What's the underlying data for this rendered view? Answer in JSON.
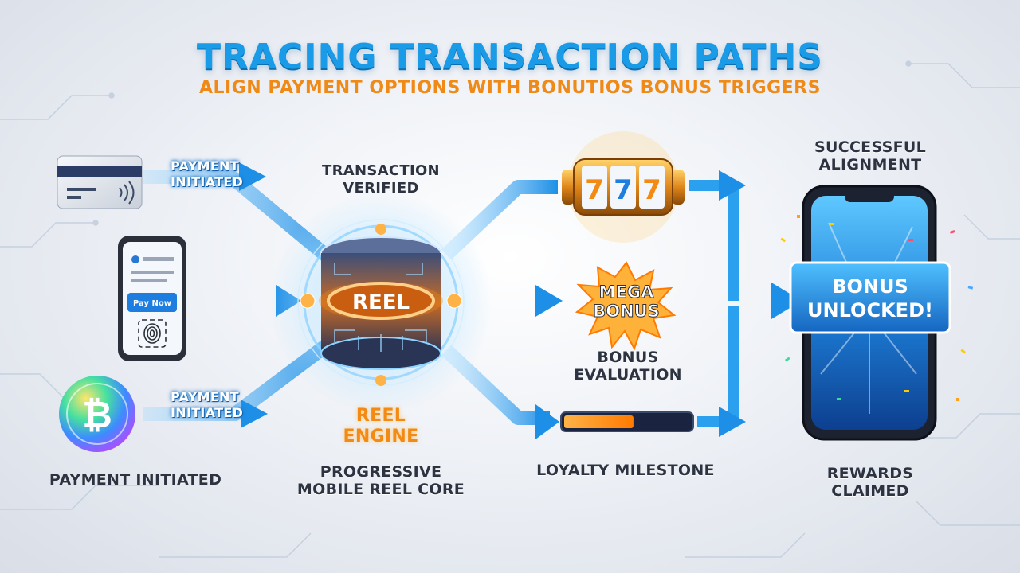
{
  "header": {
    "title": "TRACING TRANSACTION PATHS",
    "subtitle": "ALIGN PAYMENT OPTIONS WITH BONUTIOS BONUS TRIGGERS"
  },
  "inputs": {
    "card_label": [
      "PAYMENT",
      "INITIATED"
    ],
    "phone_button": "Pay Now",
    "crypto_label": [
      "PAYMENT",
      "INITIATED"
    ],
    "crypto_caption": "PAYMENT INITIATED",
    "crypto_symbol": "₿"
  },
  "core": {
    "verified_label": [
      "TRANSACTION",
      "VERIFIED"
    ],
    "reel_text": "REEL",
    "engine_label": [
      "REEL",
      "ENGINE"
    ],
    "engine_caption": [
      "PROGRESSIVE",
      "MOBILE REEL CORE"
    ]
  },
  "outcomes": {
    "slot_symbols": [
      "7",
      "7",
      "7"
    ],
    "mega_bonus": [
      "MEGA",
      "BONUS"
    ],
    "bonus_caption": [
      "BONUS",
      "EVALUATION"
    ],
    "loyalty_caption": "LOYALTY MILESTONE",
    "loyalty_progress": 0.55
  },
  "result": {
    "top_caption": [
      "SUCCESSFUL",
      "ALIGNMENT"
    ],
    "banner": [
      "BONUS",
      "UNLOCKED!"
    ],
    "bottom_caption": [
      "REWARDS",
      "CLAIMED"
    ]
  },
  "colors": {
    "title_blue": "#1a9be8",
    "subtitle_orange": "#f08a17",
    "flow_blue": "#2aa0ee",
    "engine_orange": "#f28a14"
  }
}
